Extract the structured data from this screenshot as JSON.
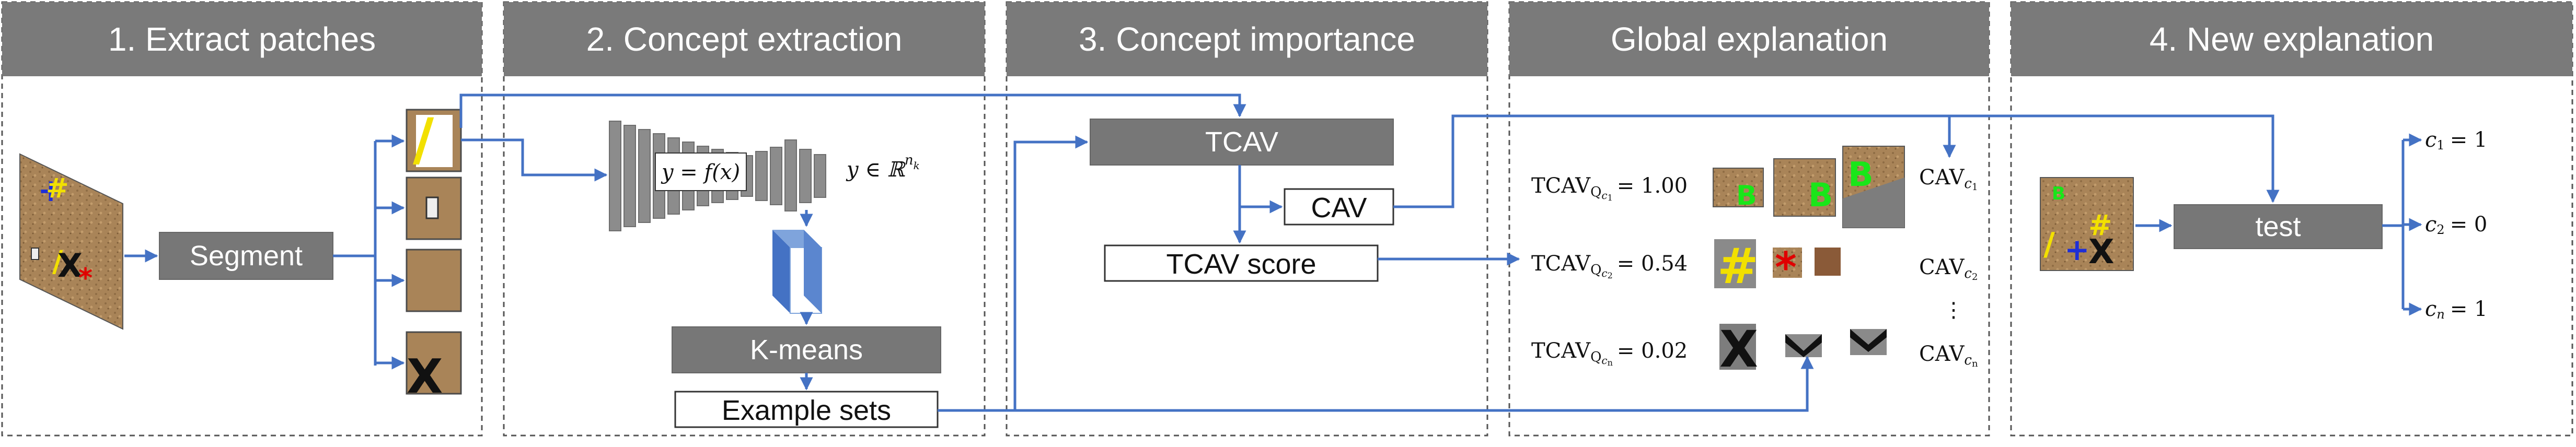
{
  "panels": [
    {
      "title": "1. Extract patches"
    },
    {
      "title": "2. Concept extraction"
    },
    {
      "title": "3.  Concept importance"
    },
    {
      "title": "Global explanation"
    },
    {
      "title": "4. New explanation"
    }
  ],
  "panel1": {
    "segment_label": "Segment"
  },
  "panel2": {
    "function_label": "y = f(x)",
    "output_label": "y ∈ ℝ",
    "output_sup": "n",
    "output_sub": "k",
    "kmeans_label": "K-means",
    "example_sets_label": "Example sets"
  },
  "panel3": {
    "tcav_label": "TCAV",
    "cav_label": "CAV",
    "tcav_score_label": "TCAV score"
  },
  "global": {
    "rows": [
      {
        "lhs": "TCAV",
        "sub": "Q",
        "subsub": "c",
        "index": "1",
        "value": "= 1.00",
        "cav": "CAV",
        "cav_sub": "c",
        "cav_index": "1"
      },
      {
        "lhs": "TCAV",
        "sub": "Q",
        "subsub": "c",
        "index": "2",
        "value": "= 0.54",
        "cav": "CAV",
        "cav_sub": "c",
        "cav_index": "2"
      },
      {
        "lhs": "TCAV",
        "sub": "Q",
        "subsub": "c",
        "index": "n",
        "value": "= 0.02",
        "cav": "CAV",
        "cav_sub": "c",
        "cav_index": "n"
      }
    ],
    "ellipsis": "⋮"
  },
  "panel4": {
    "test_label": "test",
    "outputs": [
      {
        "var": "c",
        "index": "1",
        "value": "= 1"
      },
      {
        "var": "c",
        "index": "2",
        "value": "= 0"
      },
      {
        "var": "c",
        "index": "n",
        "value": "= 1"
      }
    ]
  },
  "patch_glyphs": {
    "green_letter": "B",
    "hash_symbol": "#",
    "asterisk": "*",
    "x_letter": "X",
    "slash": "/",
    "plus": "+"
  },
  "colors": {
    "arrow": "#4472c4",
    "header": "#7a7a7a",
    "box": "#777777",
    "sand": "#a98458"
  }
}
